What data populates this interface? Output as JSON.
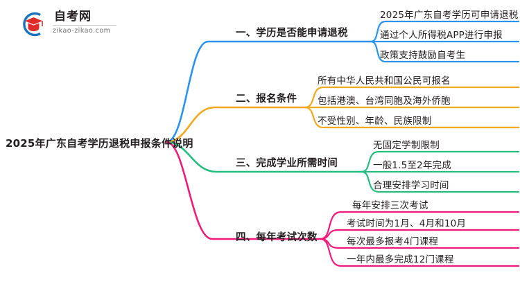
{
  "logo": {
    "name_cn": "自考网",
    "url": "zikao-zikao.com",
    "mark_icon": "graduation-cap-icon",
    "colors": {
      "circle": "#1b75bb",
      "cap": "#e02b2b",
      "cap_dark": "#b01c1c"
    }
  },
  "root": {
    "title": "2025年广东自考学历退税申报条件说明"
  },
  "colors": {
    "branch1": "#2a93ee",
    "branch2": "#f0a81e",
    "branch3": "#25bd7f",
    "branch4": "#ef1a7a"
  },
  "branches": [
    {
      "id": "branch-1",
      "label": "一、学历是否能申请退税",
      "color": "#2a93ee",
      "children": [
        {
          "label": "2025年广东自考学历可申请退税"
        },
        {
          "label": "通过个人所得税APP进行申报"
        },
        {
          "label": "政策支持鼓励自考生"
        }
      ]
    },
    {
      "id": "branch-2",
      "label": "二、报名条件",
      "color": "#f0a81e",
      "children": [
        {
          "label": "所有中华人民共和国公民可报名"
        },
        {
          "label": "包括港澳、台湾同胞及海外侨胞"
        },
        {
          "label": "不受性别、年龄、民族限制"
        }
      ]
    },
    {
      "id": "branch-3",
      "label": "三、完成学业所需时间",
      "color": "#25bd7f",
      "children": [
        {
          "label": "无固定学制限制"
        },
        {
          "label": "一般1.5至2年完成"
        },
        {
          "label": "合理安排学习时间"
        }
      ]
    },
    {
      "id": "branch-4",
      "label": "四、每年考试次数",
      "color": "#ef1a7a",
      "children": [
        {
          "label": "每年安排三次考试"
        },
        {
          "label": "考试时间为1月、4月和10月"
        },
        {
          "label": "每次最多报考4门课程"
        },
        {
          "label": "一年内最多完成12门课程"
        }
      ]
    }
  ]
}
